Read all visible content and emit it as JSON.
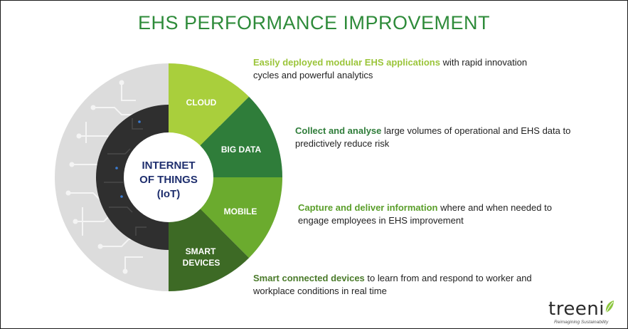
{
  "title": "EHS PERFORMANCE IMPROVEMENT",
  "center": {
    "line1": "INTERNET",
    "line2": "OF THINGS",
    "line3": "(IoT)"
  },
  "segments": [
    {
      "label": "CLOUD",
      "color": "#a9cf3c"
    },
    {
      "label": "BIG DATA",
      "color": "#2f7d3a"
    },
    {
      "label": "MOBILE",
      "color": "#6bab2e"
    },
    {
      "label1": "SMART",
      "label2": "DEVICES",
      "color": "#3d6a25"
    }
  ],
  "descriptions": [
    {
      "highlight": "Easily deployed modular EHS applications",
      "line1": " with rapid innovation",
      "line2": "cycles and powerful analytics",
      "color": "#a9cf3c"
    },
    {
      "highlight": "Collect and analyse",
      "line1": " large volumes of operational and EHS data to",
      "line2": "predictively reduce risk",
      "color": "#2f7d3a"
    },
    {
      "highlight": "Capture and deliver information",
      "line1": " where and when needed to",
      "line2": "engage employees in EHS improvement",
      "color": "#6bab2e"
    },
    {
      "highlight": "Smart connected devices",
      "line1": " to learn from and respond to worker and",
      "line2": "workplace conditions in real time",
      "color": "#3d6a25"
    }
  ],
  "brand": {
    "name": "treeni",
    "tagline": "Reimagining Sustainability",
    "leaf_color": "#8cc63f"
  },
  "colors": {
    "title": "#2e8b3a",
    "outer_ring": "#dcdcdc",
    "inner_ring": "#2f2f2f",
    "center_text": "#1f2f6e"
  }
}
